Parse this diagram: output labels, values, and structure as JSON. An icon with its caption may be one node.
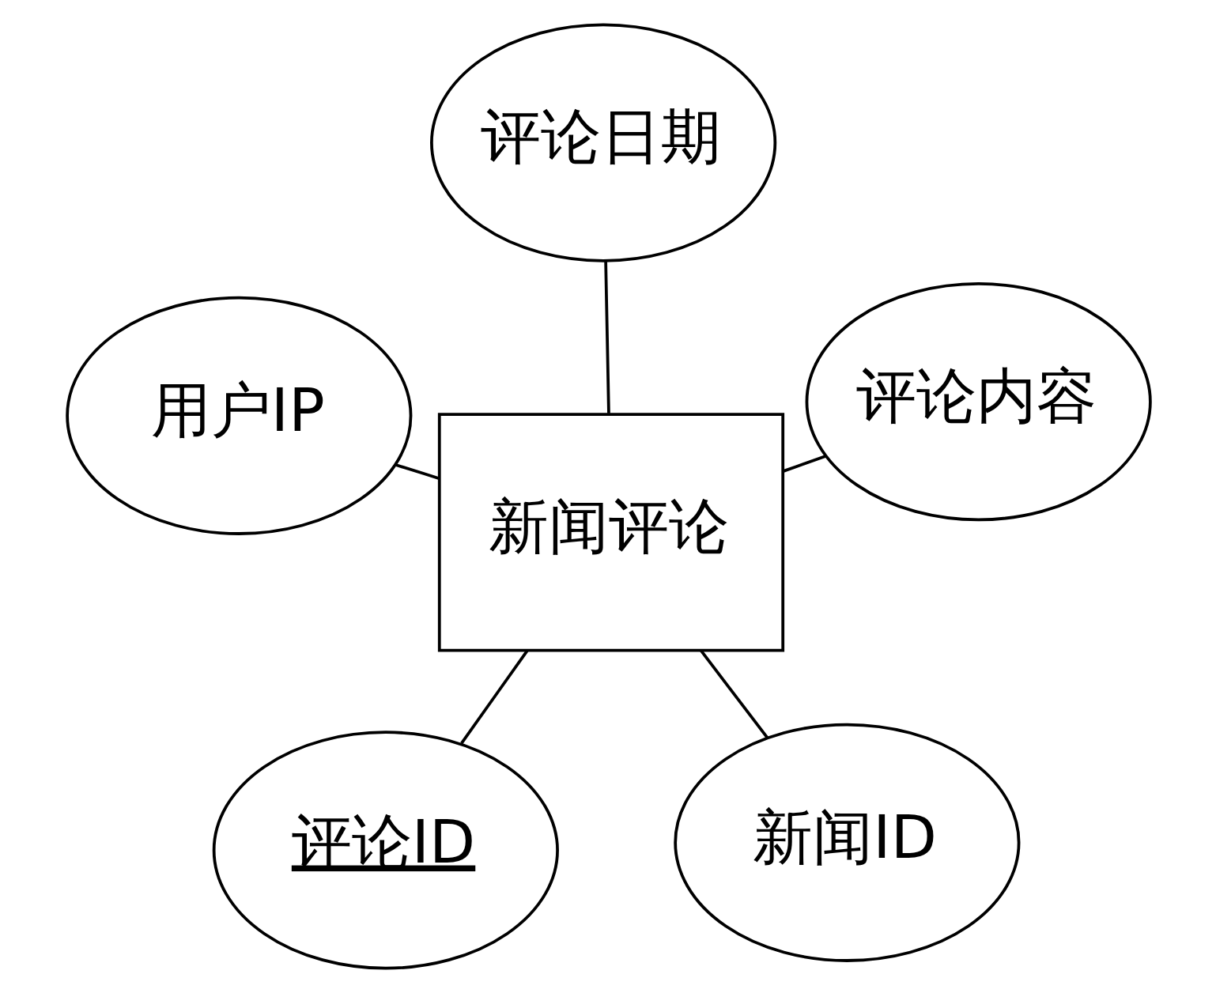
{
  "diagram": {
    "nodes": [
      {
        "text": [
          "评论ID"
        ]
      },
      {
        "text": [
          "新闻ID"
        ]
      },
      {
        "text": [
          "新闻评论"
        ]
      },
      {
        "text": [
          "评论日期"
        ]
      },
      {
        "text": [
          "评论内容"
        ]
      },
      {
        "text": [
          "用户IP"
        ]
      }
    ],
    "edges": [
      {
        "from": 2,
        "to": 0,
        "arrow": "none"
      },
      {
        "from": 2,
        "to": 1,
        "arrow": "none"
      },
      {
        "from": 2,
        "to": 3,
        "arrow": "none"
      },
      {
        "from": 2,
        "to": 4,
        "arrow": "none"
      },
      {
        "from": 2,
        "to": 5,
        "arrow": "none"
      }
    ]
  }
}
